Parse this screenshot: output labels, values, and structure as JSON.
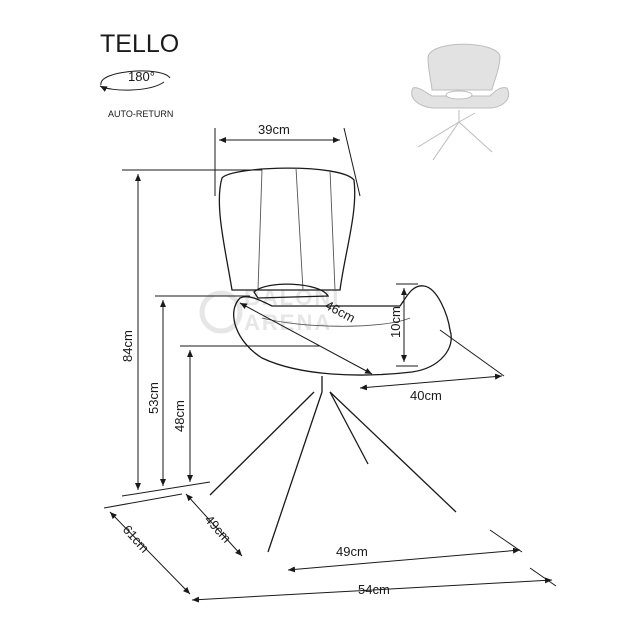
{
  "header": {
    "product_name": "TELLO",
    "rotation_label": "180°",
    "auto_return_label": "AUTO-RETURN"
  },
  "watermark": {
    "line1": "BALONI",
    "line2": "ARENA"
  },
  "dimensions": {
    "backrest_width": "39cm",
    "seat_depth": "46cm",
    "armrest_height": "10cm",
    "seat_width": "40cm",
    "total_height": "84cm",
    "armrest_floor_height": "53cm",
    "seat_height": "48cm",
    "base_depth": "49cm",
    "base_width": "49cm",
    "total_depth": "61cm",
    "total_width": "54cm"
  }
}
